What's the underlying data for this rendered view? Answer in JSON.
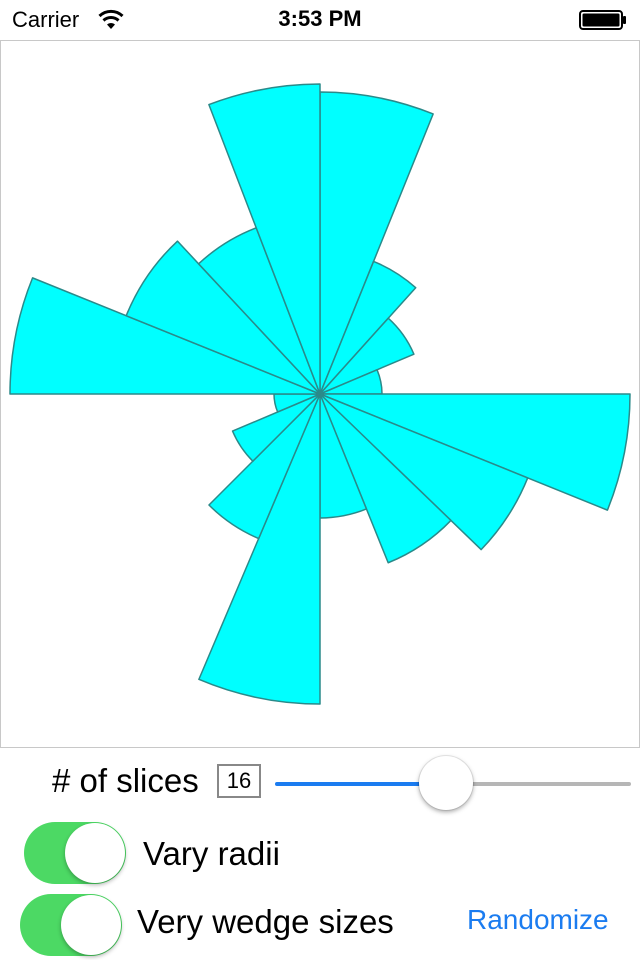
{
  "status_bar": {
    "carrier": "Carrier",
    "time": "3:53 PM",
    "wifi_icon": "wifi-icon",
    "battery_icon": "battery-icon"
  },
  "chart_data": {
    "type": "pie",
    "subtype": "polar-area",
    "fill_color": "#00ffff",
    "stroke_color": "#2a8a8a",
    "slice_count": 16,
    "slices": [
      {
        "start_deg": 0,
        "end_deg": 22,
        "radius": 302
      },
      {
        "start_deg": 22,
        "end_deg": 42,
        "radius": 143
      },
      {
        "start_deg": 42,
        "end_deg": 67,
        "radius": 102
      },
      {
        "start_deg": 67,
        "end_deg": 90,
        "radius": 62
      },
      {
        "start_deg": 90,
        "end_deg": 112,
        "radius": 310
      },
      {
        "start_deg": 112,
        "end_deg": 134,
        "radius": 224
      },
      {
        "start_deg": 134,
        "end_deg": 158,
        "radius": 182
      },
      {
        "start_deg": 158,
        "end_deg": 180,
        "radius": 124
      },
      {
        "start_deg": 180,
        "end_deg": 203,
        "radius": 310
      },
      {
        "start_deg": 203,
        "end_deg": 225,
        "radius": 157
      },
      {
        "start_deg": 225,
        "end_deg": 247,
        "radius": 95
      },
      {
        "start_deg": 247,
        "end_deg": 270,
        "radius": 46
      },
      {
        "start_deg": 270,
        "end_deg": 292,
        "radius": 310
      },
      {
        "start_deg": 292,
        "end_deg": 317,
        "radius": 209
      },
      {
        "start_deg": 317,
        "end_deg": 339,
        "radius": 178
      },
      {
        "start_deg": 339,
        "end_deg": 360,
        "radius": 310
      }
    ]
  },
  "controls": {
    "slices_label": "# of slices",
    "slices_value": "16",
    "slider_fraction": 0.48,
    "slider_fill_color": "#1b7cf0",
    "vary_radii_label": "Vary radii",
    "vary_radii_on": true,
    "vary_wedges_label": "Very wedge sizes",
    "vary_wedges_on": true,
    "toggle_on_color": "#4cd964",
    "randomize_label": "Randomize"
  }
}
